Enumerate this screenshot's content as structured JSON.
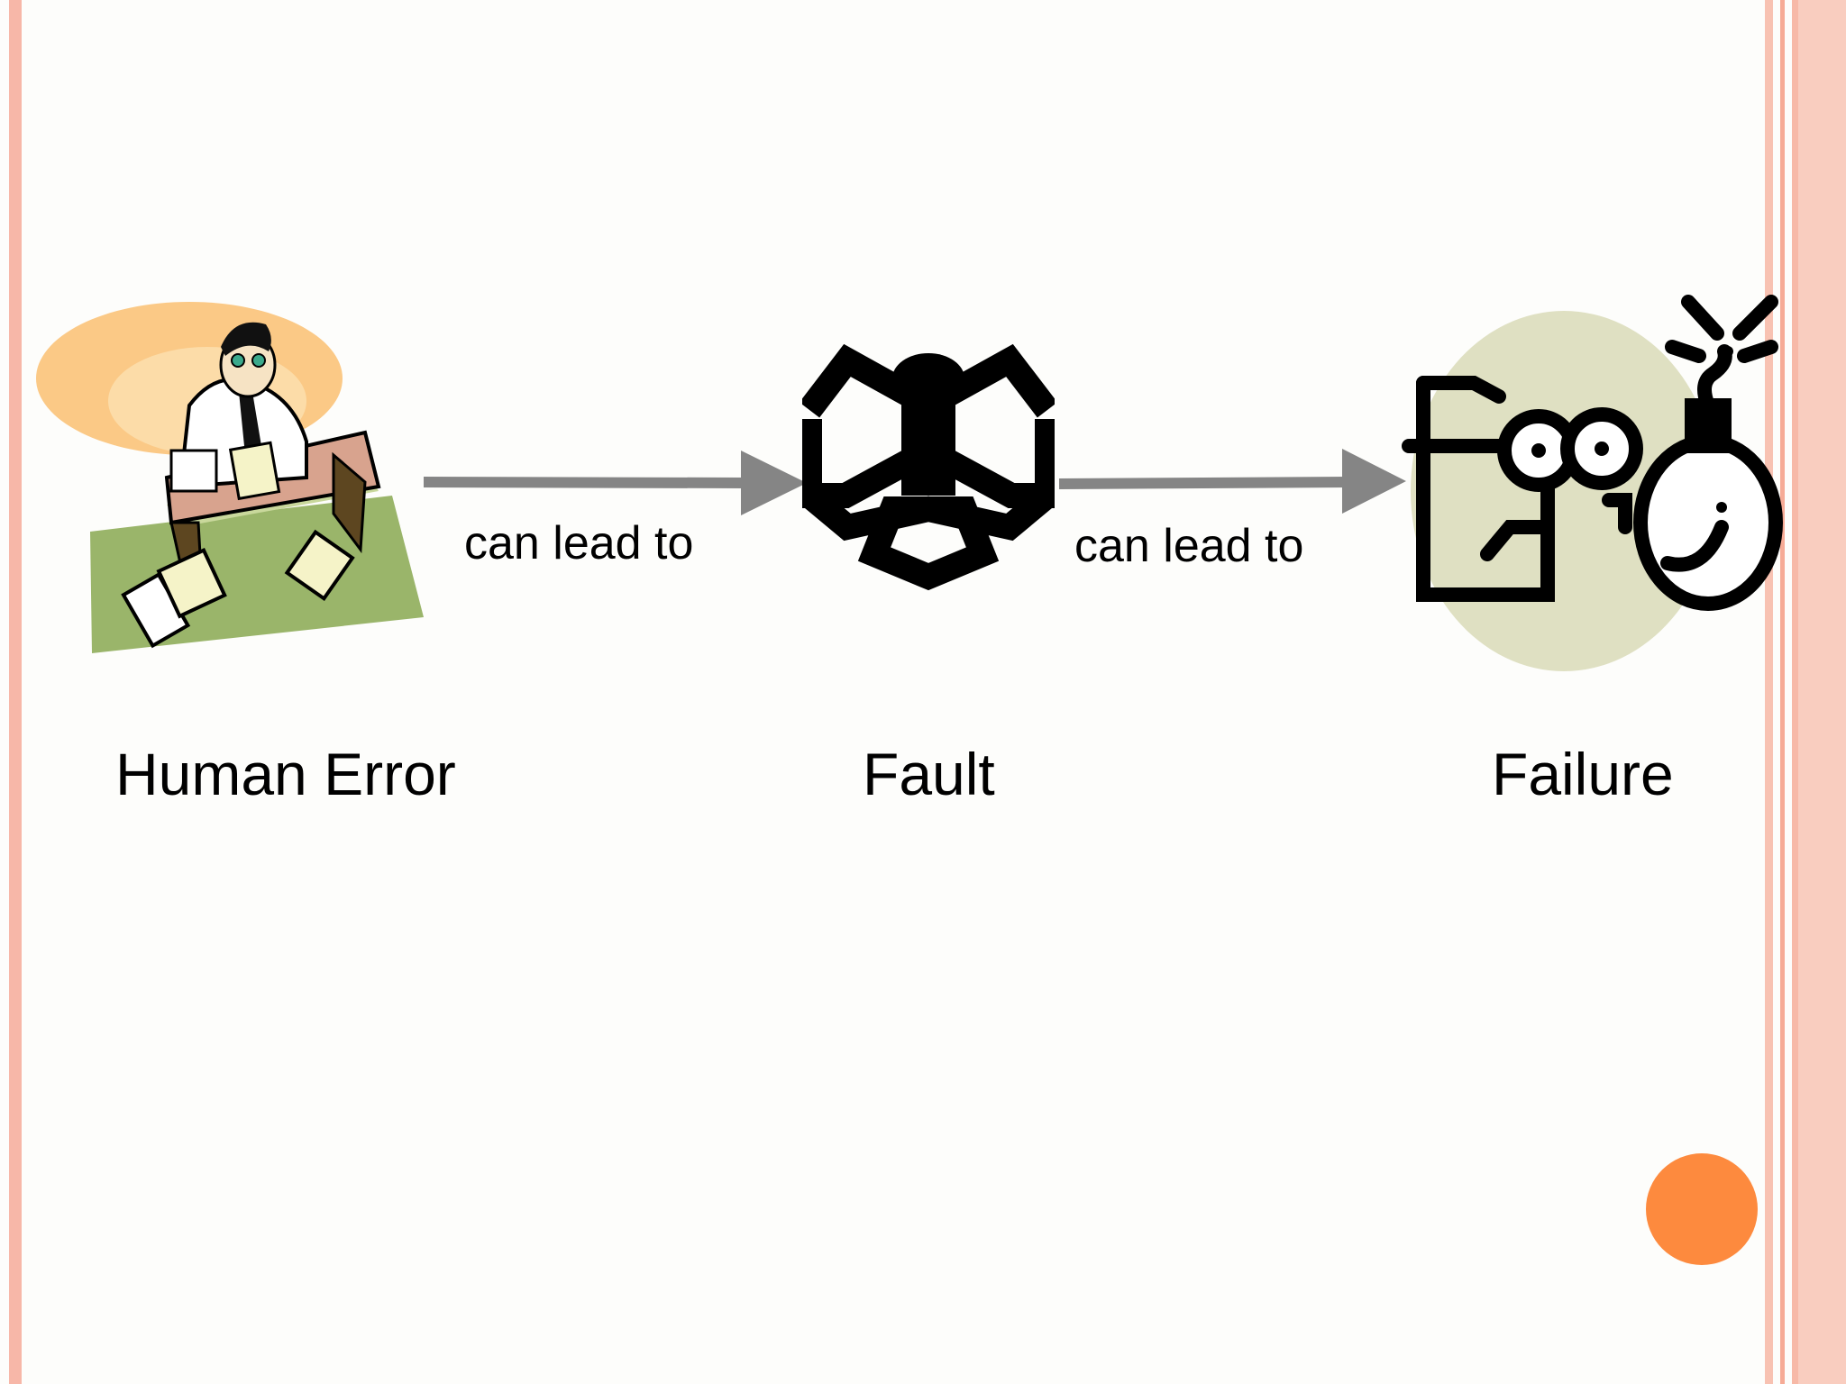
{
  "diagram": {
    "nodes": [
      {
        "id": "human-error",
        "label": "Human Error",
        "icon": "office-worker-at-desk-icon"
      },
      {
        "id": "fault",
        "label": "Fault",
        "icon": "bug-icon"
      },
      {
        "id": "failure",
        "label": "Failure",
        "icon": "face-with-bomb-icon"
      }
    ],
    "edges": [
      {
        "from": "human-error",
        "to": "fault",
        "label": "can lead to"
      },
      {
        "from": "fault",
        "to": "failure",
        "label": "can lead to"
      }
    ]
  },
  "theme": {
    "border_color": "#f7b7a8",
    "accent_dot_color": "#fd8a3e",
    "arrow_color": "#858585"
  }
}
